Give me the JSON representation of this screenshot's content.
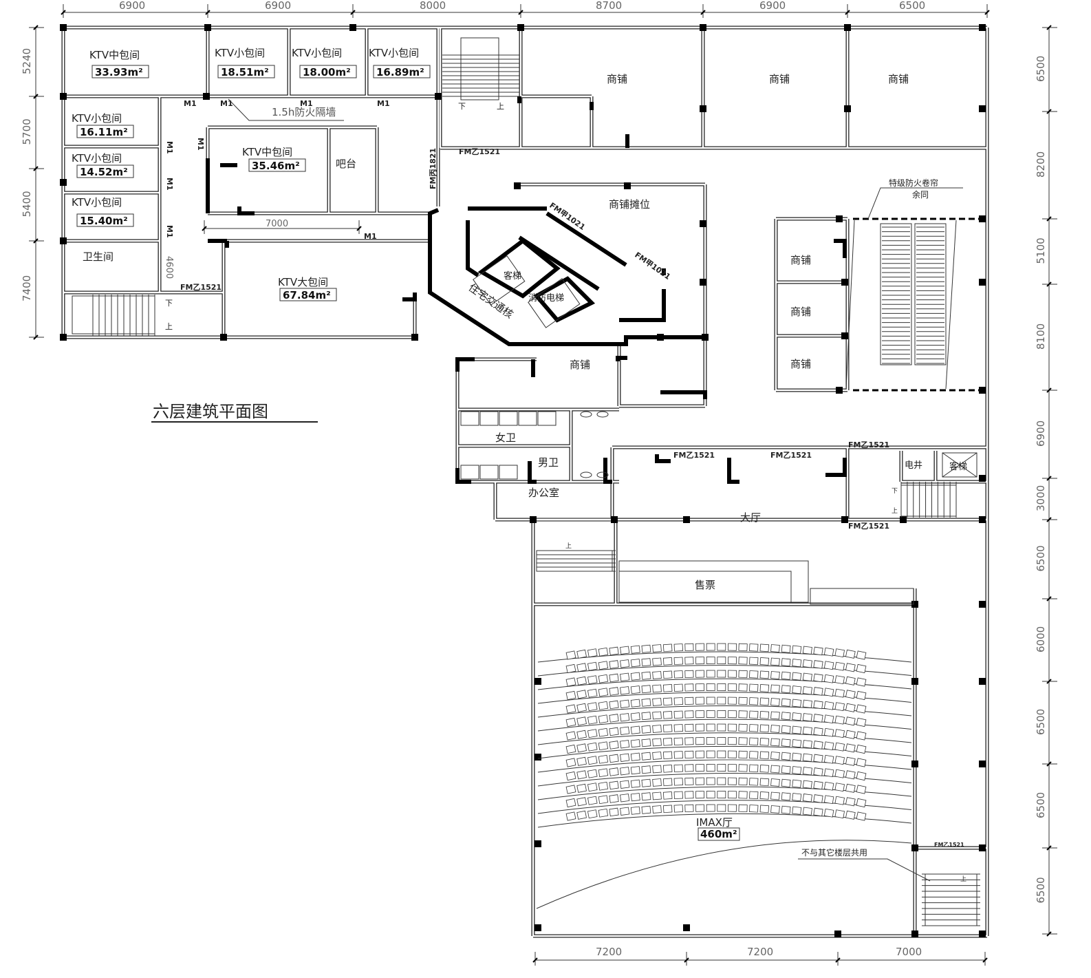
{
  "title": "六层建筑平面图",
  "dimensions": {
    "top": [
      "6900",
      "6900",
      "8000",
      "8700",
      "6900",
      "6500"
    ],
    "bottom": [
      "7200",
      "7200",
      "7000"
    ],
    "left": [
      "5240",
      "5700",
      "5400",
      "7400"
    ],
    "right": [
      "6500",
      "8200",
      "5100",
      "8100",
      "6900",
      "3000",
      "6500",
      "6000",
      "6500",
      "6500",
      "6500"
    ],
    "inner_horizontal": "7000",
    "inner_vertical": "4600"
  },
  "rooms": {
    "ktv_mid_1": {
      "name": "KTV中包间",
      "area": "33.93m²"
    },
    "ktv_small_1": {
      "name": "KTV小包间",
      "area": "18.51m²"
    },
    "ktv_small_2": {
      "name": "KTV小包间",
      "area": "18.00m²"
    },
    "ktv_small_3": {
      "name": "KTV小包间",
      "area": "16.89m²"
    },
    "ktv_small_4": {
      "name": "KTV小包间",
      "area": "16.11m²"
    },
    "ktv_small_5": {
      "name": "KTV小包间",
      "area": "14.52m²"
    },
    "ktv_small_6": {
      "name": "KTV小包间",
      "area": "15.40m²"
    },
    "restroom": {
      "name": "卫生间"
    },
    "ktv_mid_2": {
      "name": "KTV中包间",
      "area": "35.46m²"
    },
    "bar": {
      "name": "吧台"
    },
    "ktv_large": {
      "name": "KTV大包间",
      "area": "67.84m²"
    },
    "shop_1": {
      "name": "商铺"
    },
    "shop_2": {
      "name": "商铺"
    },
    "shop_3": {
      "name": "商铺"
    },
    "shop_stall": {
      "name": "商铺摊位"
    },
    "passenger_lift": {
      "name": "客梯"
    },
    "fire_lift": {
      "name": "消防电梯"
    },
    "residential_core": {
      "name": "住宅交通核"
    },
    "shop_4": {
      "name": "商铺"
    },
    "shop_5": {
      "name": "商铺"
    },
    "shop_6": {
      "name": "商铺"
    },
    "shop_7": {
      "name": "商铺"
    },
    "womens_wc": {
      "name": "女卫"
    },
    "mens_wc": {
      "name": "男卫"
    },
    "office": {
      "name": "办公室"
    },
    "electric_shaft": {
      "name": "电井"
    },
    "passenger_lift_2": {
      "name": "客梯"
    },
    "lobby": {
      "name": "大厅"
    },
    "ticketing": {
      "name": "售票"
    },
    "imax": {
      "name": "IMAX厅",
      "area": "460m²"
    }
  },
  "doors": {
    "m1": "M1",
    "fm_yi_1521": "FM乙1521",
    "fm_bing_1821": "FM丙1821",
    "fm_jia_1021": "FM甲1021"
  },
  "notes": {
    "fire_wall": "1.5h防火隔墙",
    "fire_shutter": "特级防火卷帘",
    "same_as_above": "余同",
    "not_shared": "不与其它楼层共用"
  },
  "stairs": {
    "down": "下",
    "up": "上"
  }
}
